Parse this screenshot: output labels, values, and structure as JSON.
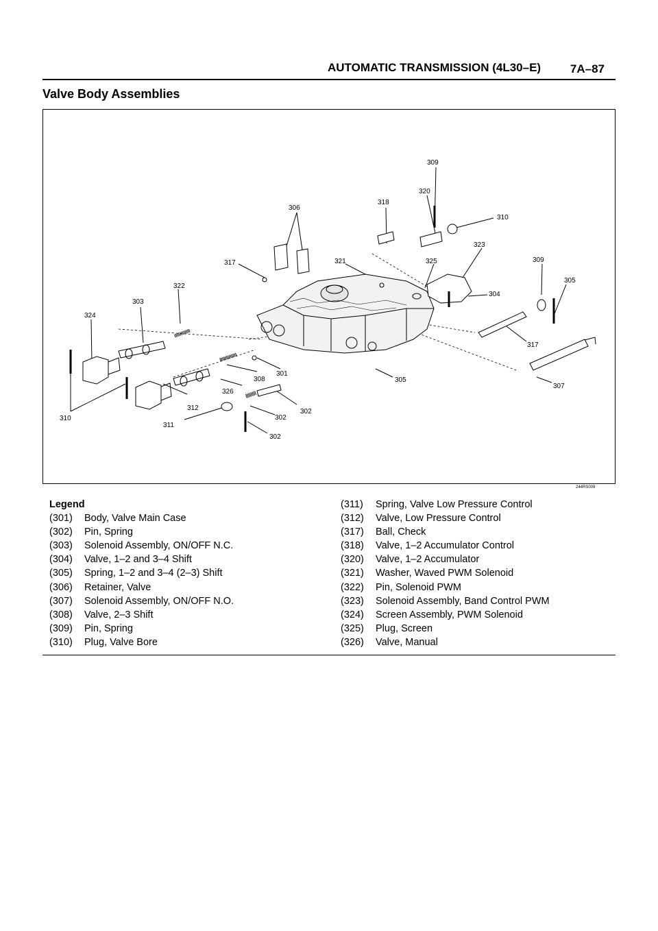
{
  "header": {
    "title": "AUTOMATIC TRANSMISSION (4L30–E)",
    "page": "7A–87"
  },
  "section": {
    "title": "Valve Body Assemblies"
  },
  "figure": {
    "code": "244RS009",
    "callouts": [
      "309",
      "320",
      "318",
      "310",
      "306",
      "323",
      "317",
      "321",
      "325",
      "309",
      "305",
      "322",
      "304",
      "303",
      "324",
      "317",
      "301",
      "305",
      "308",
      "326",
      "307",
      "312",
      "302",
      "310",
      "311",
      "302"
    ]
  },
  "legend": {
    "heading": "Legend",
    "left": [
      {
        "code": "(301)",
        "text": "Body, Valve Main Case"
      },
      {
        "code": "(302)",
        "text": "Pin, Spring"
      },
      {
        "code": "(303)",
        "text": "Solenoid Assembly, ON/OFF N.C."
      },
      {
        "code": "(304)",
        "text": "Valve, 1–2 and  3–4  Shift"
      },
      {
        "code": "(305)",
        "text": "Spring, 1–2 and 3–4 (2–3) Shift"
      },
      {
        "code": "(306)",
        "text": "Retainer, Valve"
      },
      {
        "code": "(307)",
        "text": "Solenoid Assembly, ON/OFF N.O."
      },
      {
        "code": "(308)",
        "text": "Valve, 2–3 Shift"
      },
      {
        "code": "(309)",
        "text": "Pin, Spring"
      },
      {
        "code": "(310)",
        "text": "Plug, Valve Bore"
      }
    ],
    "right": [
      {
        "code": "(311)",
        "text": "Spring, Valve Low Pressure Control"
      },
      {
        "code": "(312)",
        "text": "Valve, Low Pressure Control"
      },
      {
        "code": "(317)",
        "text": "Ball, Check"
      },
      {
        "code": "(318)",
        "text": "Valve, 1–2 Accumulator Control"
      },
      {
        "code": "(320)",
        "text": "Valve, 1–2 Accumulator"
      },
      {
        "code": "(321)",
        "text": "Washer, Waved PWM Solenoid"
      },
      {
        "code": "(322)",
        "text": "Pin, Solenoid PWM"
      },
      {
        "code": "(323)",
        "text": "Solenoid Assembly, Band Control PWM"
      },
      {
        "code": "(324)",
        "text": "Screen Assembly, PWM Solenoid"
      },
      {
        "code": "(325)",
        "text": "Plug, Screen"
      },
      {
        "code": "(326)",
        "text": "Valve, Manual"
      }
    ]
  }
}
